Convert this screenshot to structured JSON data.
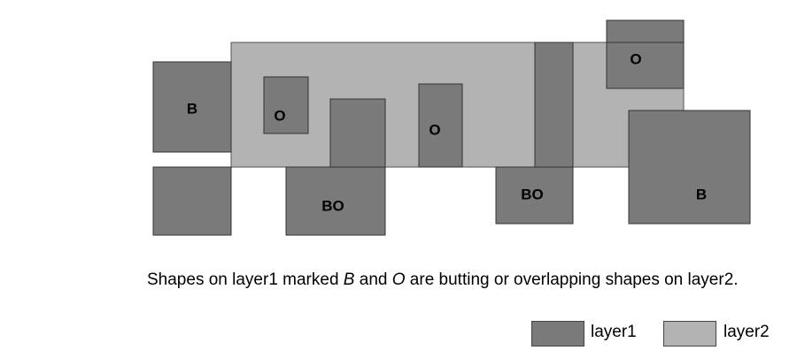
{
  "caption": {
    "part1": "Shapes on layer1 marked ",
    "b_mark": "B",
    "part2": " and ",
    "o_mark": "O",
    "part3": " are butting or overlapping shapes on layer2."
  },
  "shape_labels": {
    "b_left": "B",
    "o_small_left": "O",
    "o_middle": "O",
    "o_top_right": "O",
    "bo_bottom_left": "BO",
    "bo_bottom_right": "BO",
    "b_right": "B"
  },
  "legend": {
    "layer1_label": "layer1",
    "layer2_label": "layer2",
    "layer1_color": "#7a7a7a",
    "layer2_color": "#b3b3b3"
  }
}
